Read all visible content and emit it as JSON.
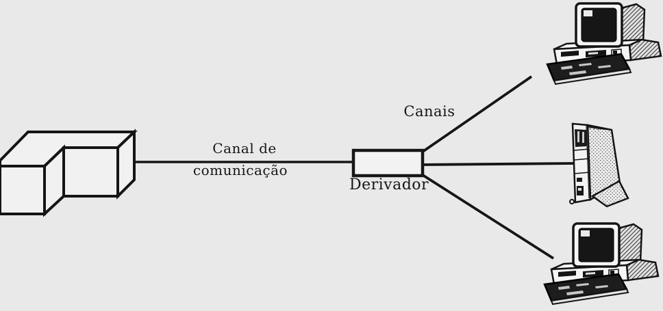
{
  "diagram": {
    "colors": {
      "background": "#e9e9e9",
      "ink": "#161616",
      "face_fill": "#f1f1f1",
      "screen_fill": "#161616"
    },
    "labels": {
      "channel_line1": "Canal de",
      "channel_line2": "comunicação",
      "tap": "Derivador",
      "channels": "Canais"
    },
    "nodes": {
      "host": "host-computer-block",
      "tap": "derivador-box",
      "terminal_top": "desktop-computer",
      "terminal_middle": "tower-computer",
      "terminal_bottom": "desktop-computer"
    }
  }
}
